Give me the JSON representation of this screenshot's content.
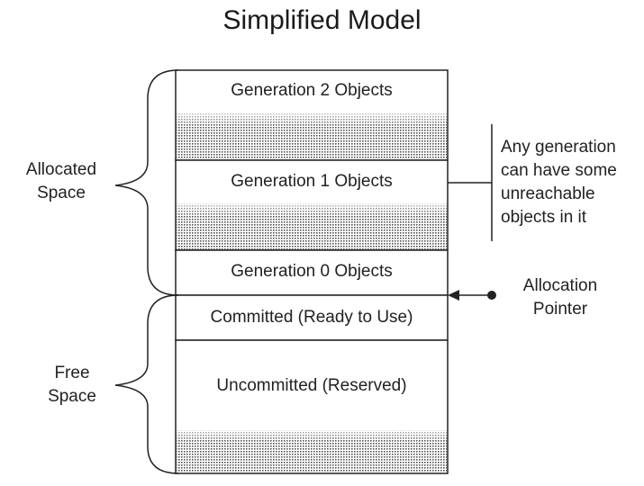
{
  "title": "Simplified Model",
  "segments": {
    "gen2": "Generation 2 Objects",
    "gen1": "Generation 1 Objects",
    "gen0": "Generation 0 Objects",
    "committed": "Committed (Ready to Use)",
    "uncommitted": "Uncommitted (Reserved)"
  },
  "braces": {
    "allocated_line1": "Allocated",
    "allocated_line2": "Space",
    "free_line1": "Free",
    "free_line2": "Space"
  },
  "note": {
    "line1": "Any generation",
    "line2": "can have some",
    "line3": "unreachable",
    "line4": "objects in it"
  },
  "pointer": {
    "line1": "Allocation",
    "line2": "Pointer"
  }
}
